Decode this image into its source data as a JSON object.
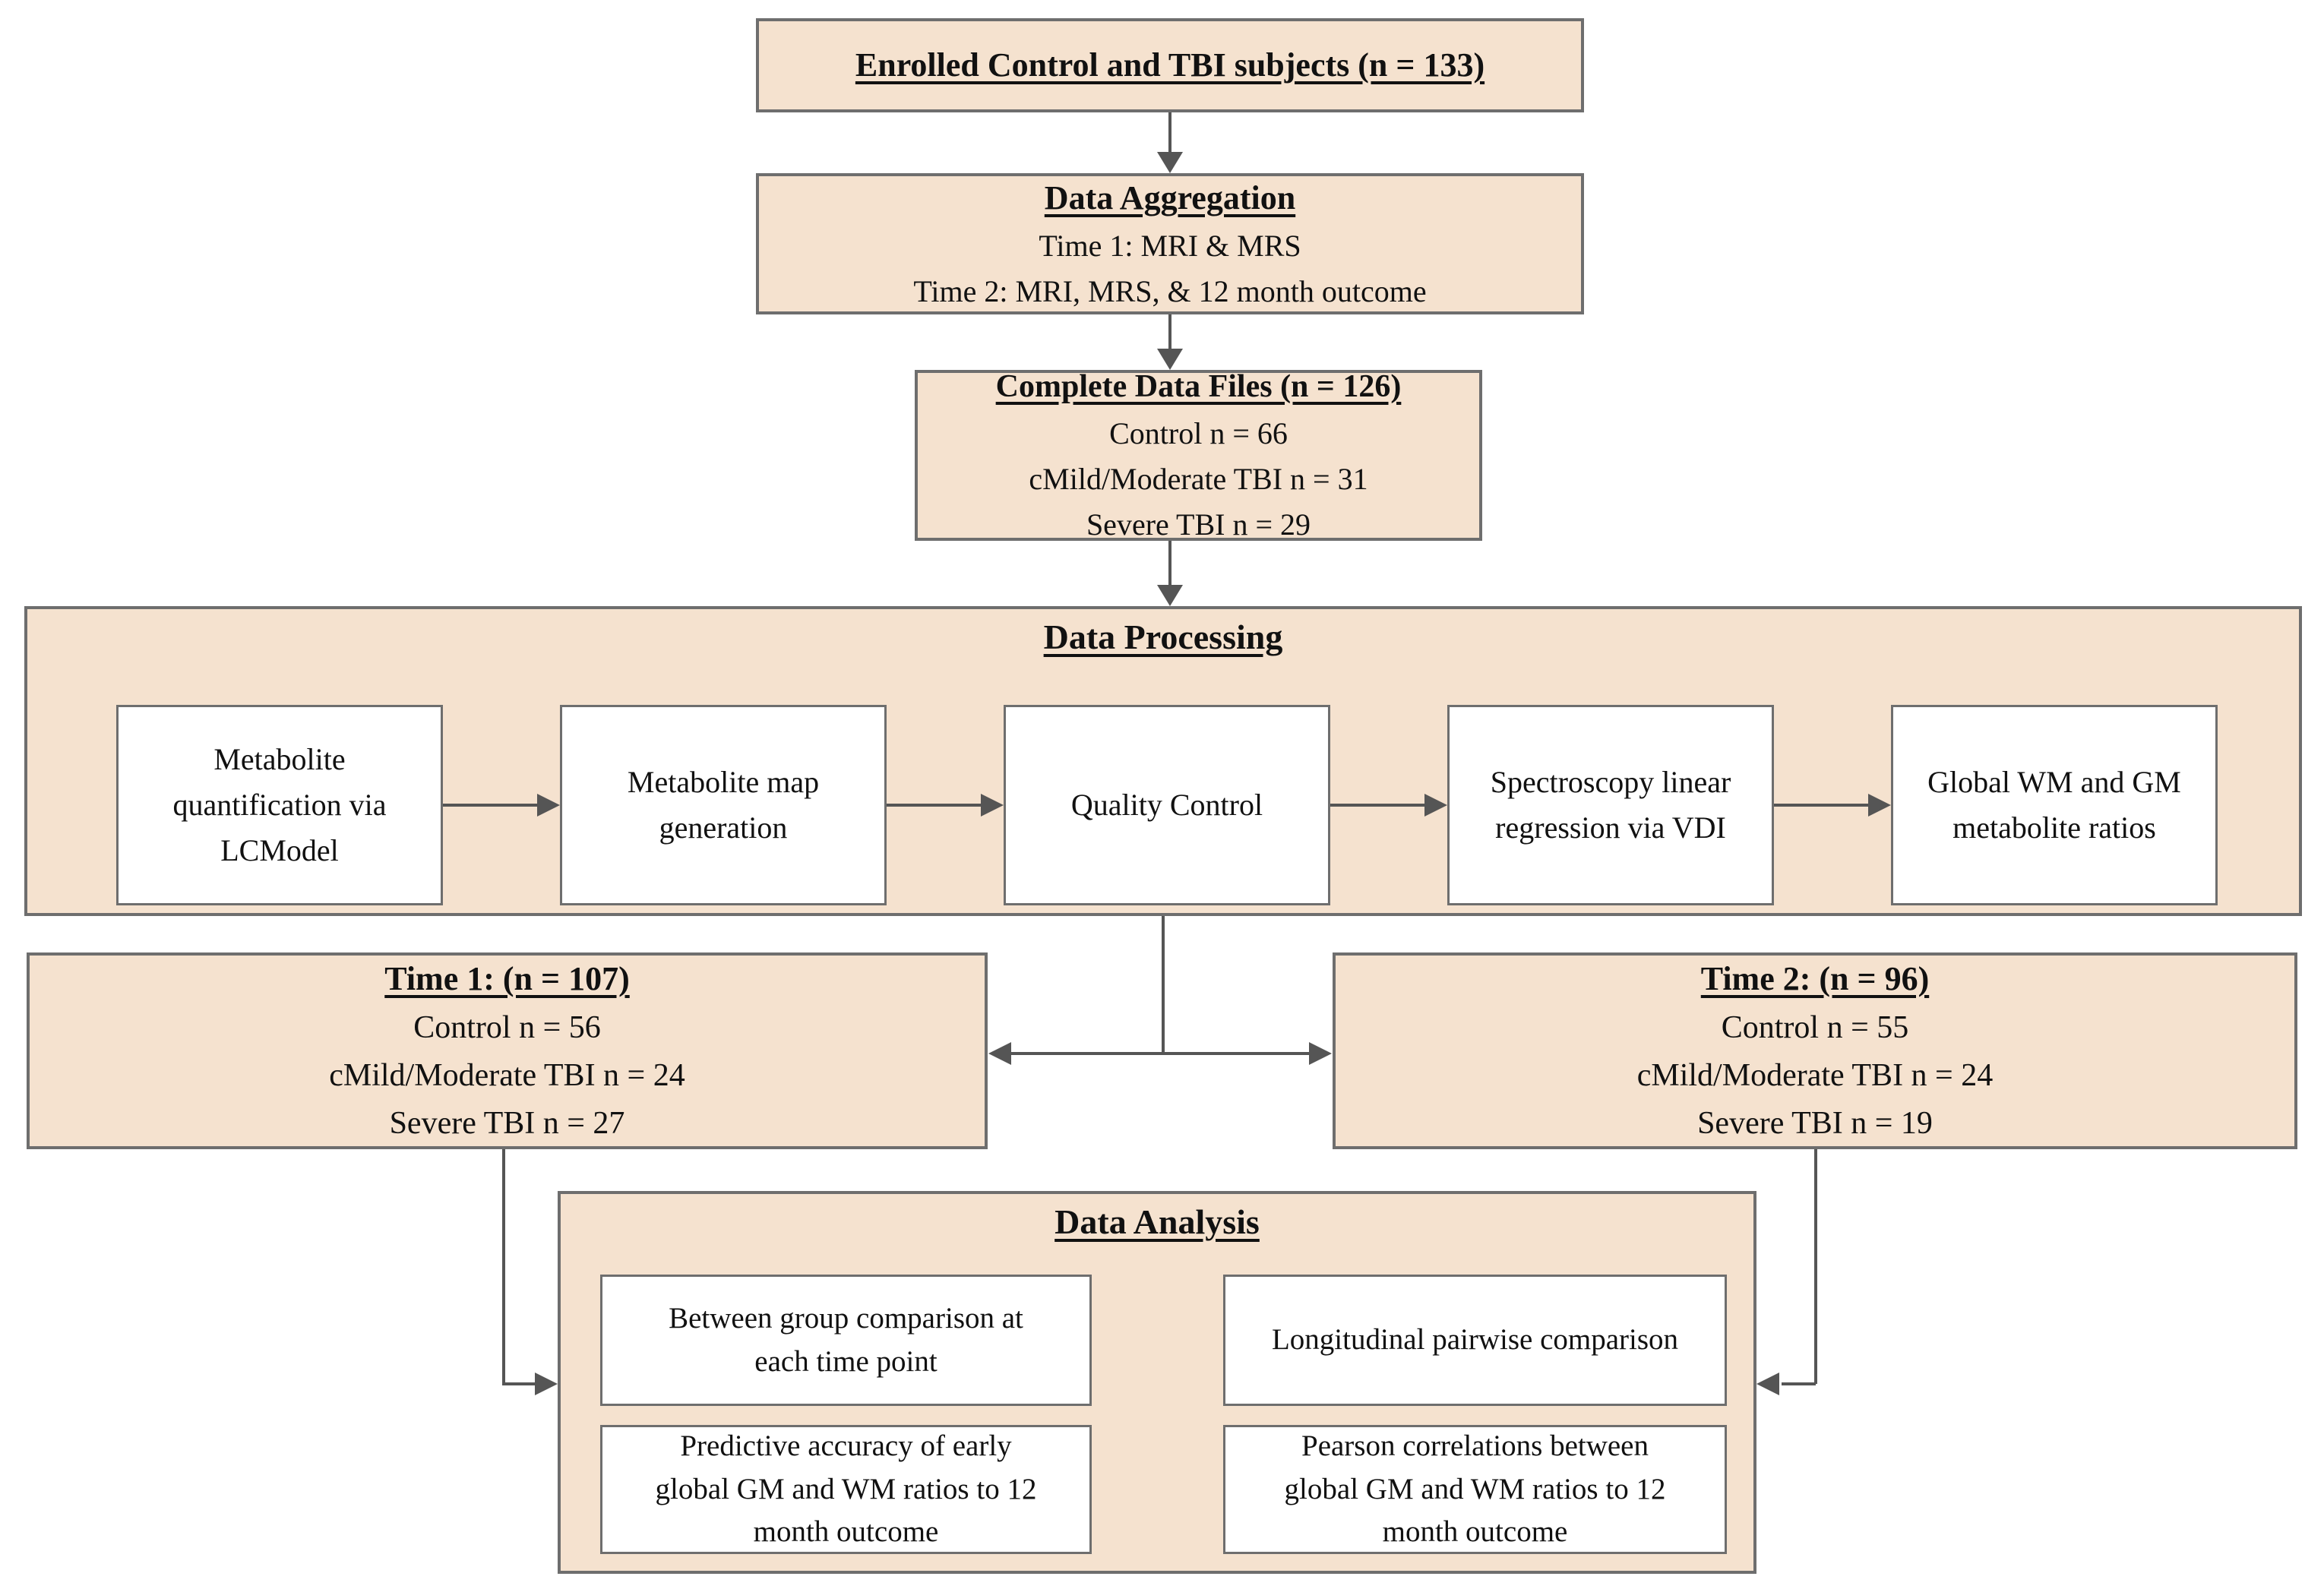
{
  "colors": {
    "box_fill": "#f5e2cf",
    "box_border": "#6e6e6e",
    "connector": "#555555",
    "text": "#111111",
    "page_background": "#ffffff"
  },
  "flow": {
    "enrolled": {
      "title": "Enrolled Control and TBI subjects (n = 133)"
    },
    "aggregation": {
      "title": "Data Aggregation",
      "lines": [
        "Time 1: MRI & MRS",
        "Time 2: MRI, MRS, & 12 month outcome"
      ]
    },
    "complete_files": {
      "title": "Complete Data Files (n = 126)",
      "lines": [
        "Control n = 66",
        "cMild/Moderate TBI n = 31",
        "Severe TBI n = 29"
      ]
    },
    "processing": {
      "title": "Data Processing",
      "steps": [
        "Metabolite quantification via LCModel",
        "Metabolite map generation",
        "Quality Control",
        "Spectroscopy linear regression via VDI",
        "Global WM and GM metabolite ratios"
      ]
    },
    "time1": {
      "title": "Time 1: (n = 107)",
      "lines": [
        "Control n = 56",
        "cMild/Moderate TBI n = 24",
        "Severe TBI n = 27"
      ]
    },
    "time2": {
      "title": "Time 2: (n = 96)",
      "lines": [
        "Control n = 55",
        "cMild/Moderate TBI n = 24",
        "Severe TBI n = 19"
      ]
    },
    "analysis": {
      "title": "Data Analysis",
      "items": [
        "Between group comparison at each time point",
        "Longitudinal pairwise comparison",
        "Predictive accuracy of early global GM and WM ratios to 12 month outcome",
        "Pearson correlations between global GM and WM ratios to 12 month outcome"
      ]
    }
  }
}
